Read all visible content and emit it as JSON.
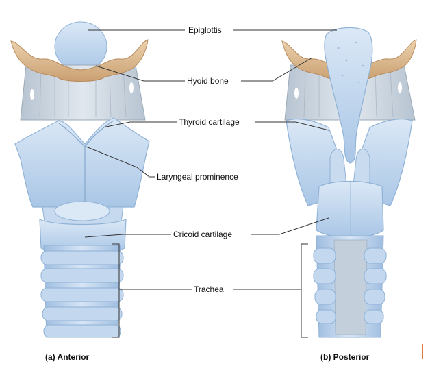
{
  "labels": {
    "epiglottis": "Epiglottis",
    "hyoid_bone": "Hyoid bone",
    "thyroid_cartilage": "Thyroid cartilage",
    "laryngeal_prominence": "Laryngeal prominence",
    "cricoid_cartilage": "Cricoid cartilage",
    "trachea": "Trachea"
  },
  "captions": {
    "anterior": "(a) Anterior",
    "posterior": "(b) Posterior"
  },
  "colors": {
    "cartilage": "#b9d3ec",
    "cartilage_dark": "#8fb2d6",
    "cartilage_light": "#dbe8f6",
    "bone": "#e2c29a",
    "bone_dark": "#c79c6b",
    "membrane": "#c9d3dc",
    "leader": "#333333",
    "accent": "#e07a3a"
  }
}
